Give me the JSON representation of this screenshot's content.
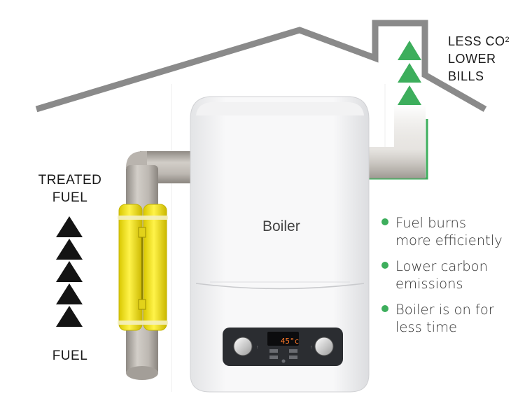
{
  "labels": {
    "treated_fuel_line1": "TREATED",
    "treated_fuel_line2": "FUEL",
    "fuel": "FUEL",
    "less_co2": "LESS CO",
    "less_co2_sup": "2",
    "lower": "LOWER",
    "bills": "BILLS"
  },
  "boiler": {
    "brand": "Boiler",
    "display": "45°c"
  },
  "benefits": [
    {
      "line1": "Fuel burns",
      "line2": "more efficiently"
    },
    {
      "line1": "Lower carbon",
      "line2": "emissions"
    },
    {
      "line1": "Boiler is on for",
      "line2": "less time"
    }
  ],
  "colors": {
    "accent_green": "#3dae5c",
    "arrow_black": "#141414",
    "roof_gray": "#8a8a8a",
    "device_yellow": "#f2e21c",
    "pipe_gray": "#b7b3ad"
  }
}
